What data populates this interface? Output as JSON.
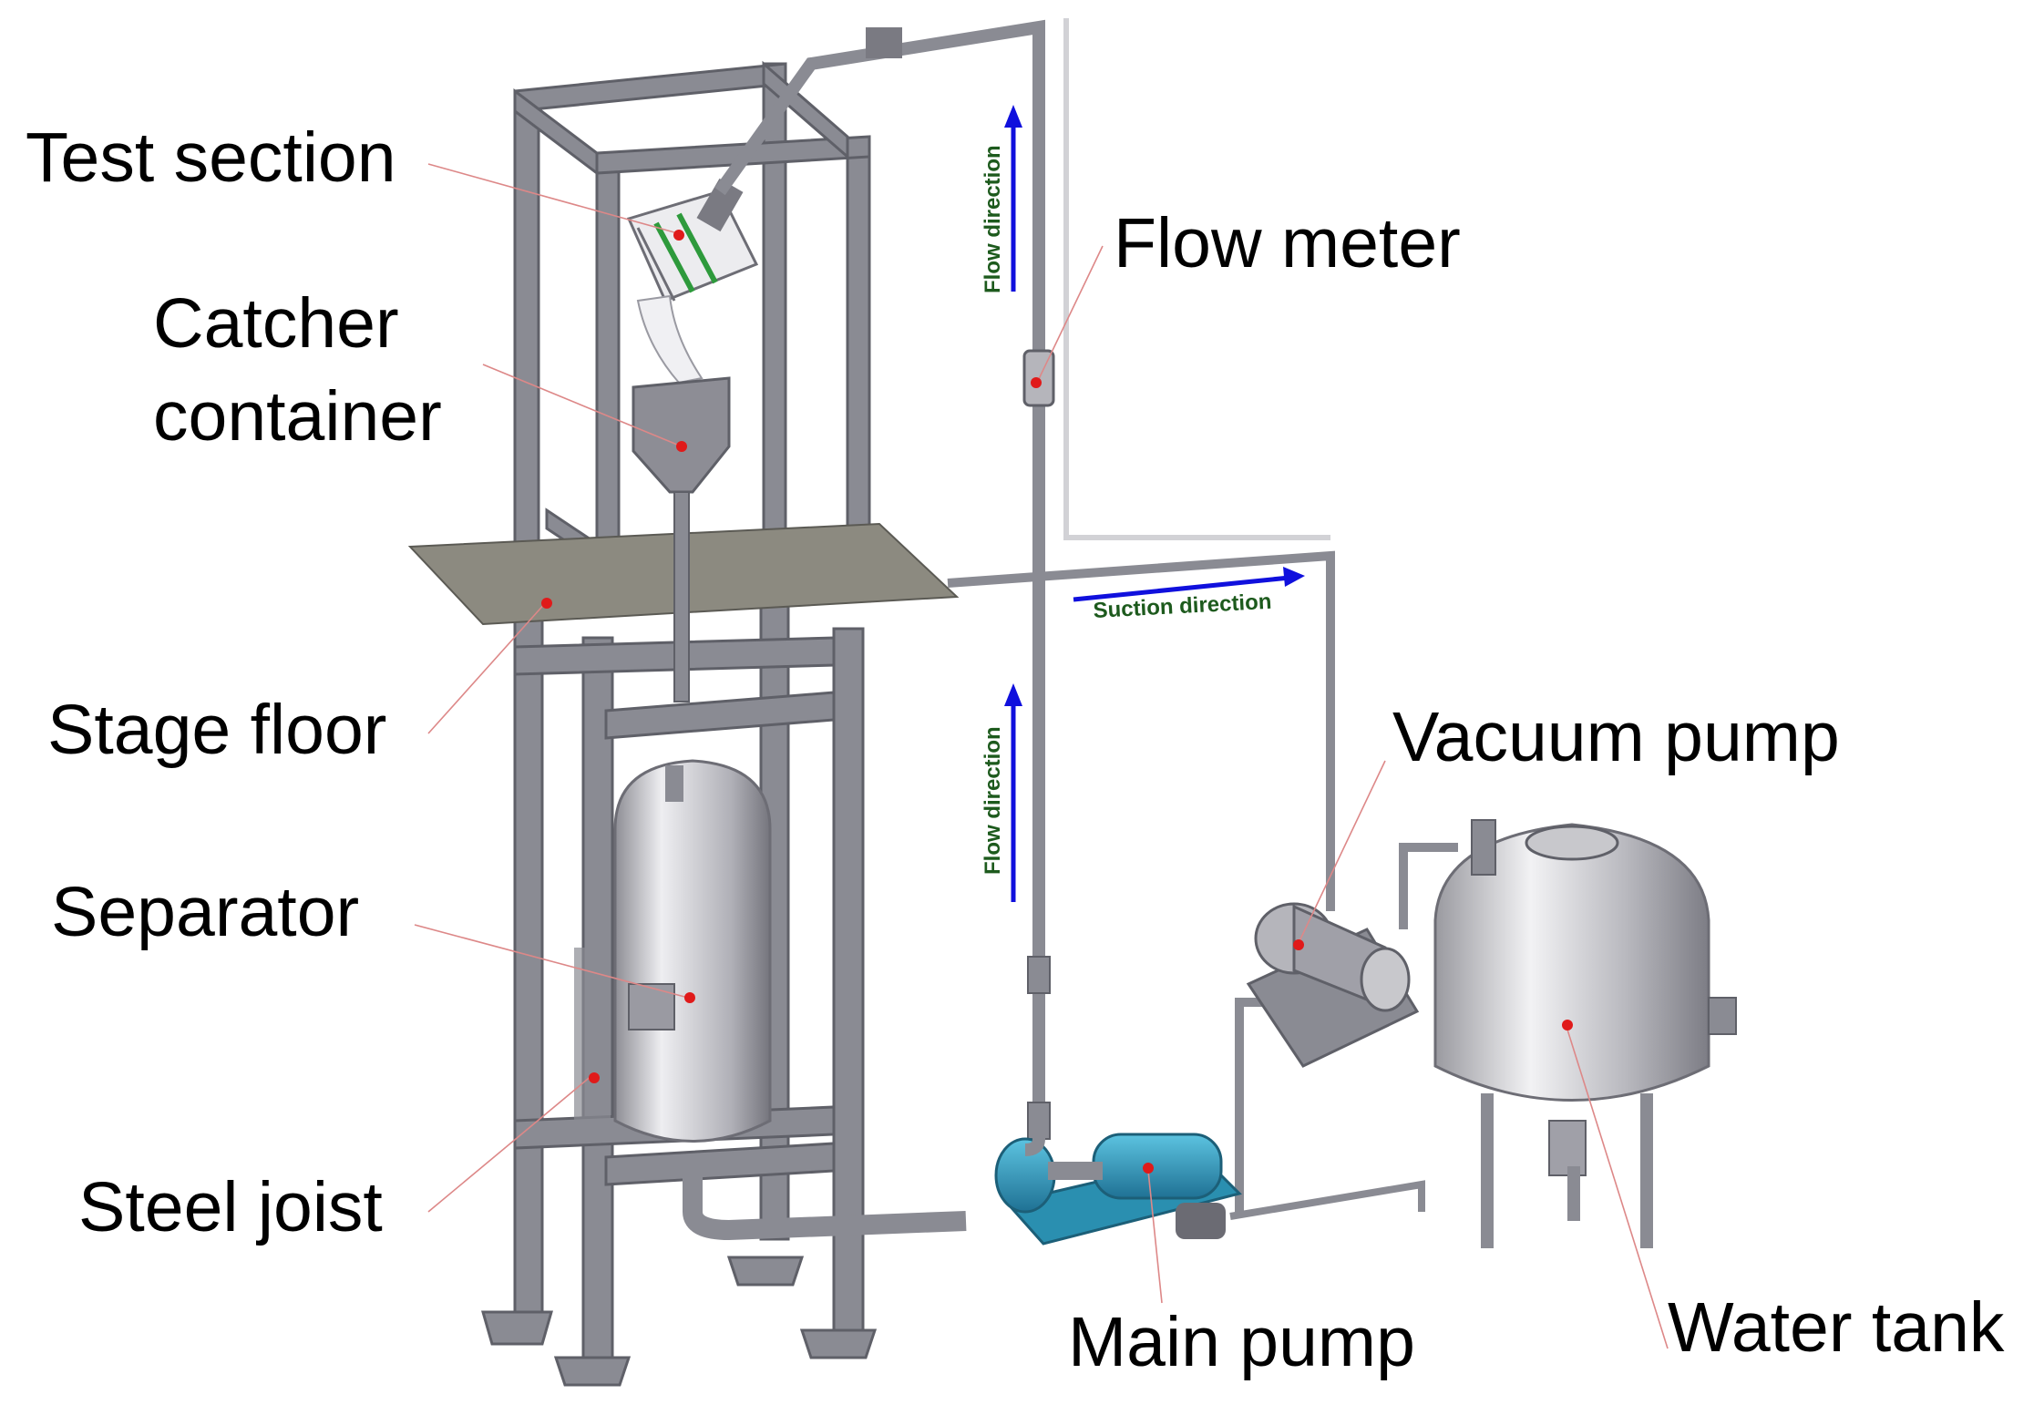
{
  "labels": {
    "test_section": "Test section",
    "catcher_line1": "Catcher",
    "catcher_line2": "container",
    "stage_floor": "Stage floor",
    "separator": "Separator",
    "steel_joist": "Steel joist",
    "flow_meter": "Flow meter",
    "vacuum_pump": "Vacuum pump",
    "main_pump": "Main pump",
    "water_tank": "Water tank"
  },
  "arrows": {
    "flow_direction_top": "Flow direction",
    "flow_direction_bottom": "Flow direction",
    "suction_direction": "Suction direction"
  },
  "colors": {
    "steel": "#8a8b93",
    "steel_dark": "#5f6068",
    "floor": "#8c8a80",
    "pump_blue": "#2a8fb0",
    "marker_red": "#e01a1a",
    "arrow_blue": "#1010dd",
    "arrow_text": "#1d5a1d"
  }
}
